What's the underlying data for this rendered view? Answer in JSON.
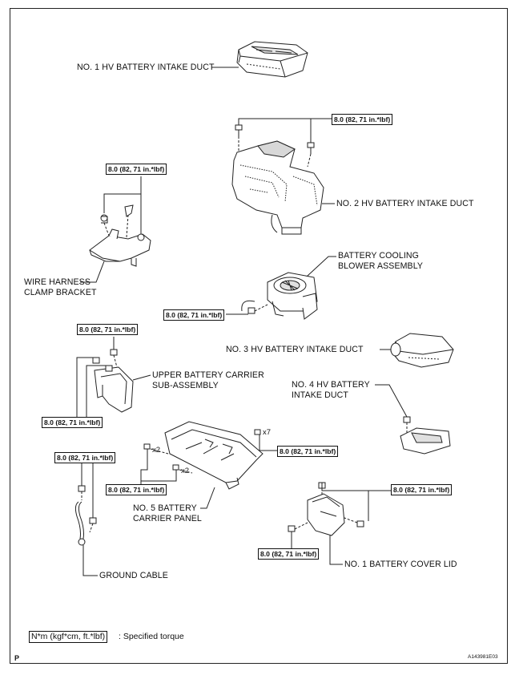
{
  "labels": {
    "no1_duct": "NO. 1 HV BATTERY INTAKE DUCT",
    "no2_duct": "NO. 2 HV BATTERY INTAKE DUCT",
    "wire_harness_1": "WIRE HARNESS",
    "wire_harness_2": "CLAMP BRACKET",
    "blower_1": "BATTERY COOLING",
    "blower_2": "BLOWER ASSEMBLY",
    "no3_duct": "NO. 3 HV BATTERY INTAKE DUCT",
    "upper_carrier_1": "UPPER BATTERY CARRIER",
    "upper_carrier_2": "SUB-ASSEMBLY",
    "no4_duct_1": "NO. 4 HV BATTERY",
    "no4_duct_2": "INTAKE DUCT",
    "no5_panel_1": "NO. 5 BATTERY",
    "no5_panel_2": "CARRIER PANEL",
    "ground_cable": "GROUND CABLE",
    "cover_lid": "NO. 1 BATTERY COVER LID"
  },
  "torque_value": "8.0 (82, 71 in.*lbf)",
  "multipliers": {
    "x7": "x7",
    "x2_a": "x2",
    "x2_b": "x2"
  },
  "legend": {
    "box": "N*m (kgf*cm, ft.*lbf)",
    "text": ": Specified torque"
  },
  "footer": {
    "page_mark": "P",
    "figure_id": "A143981E03"
  }
}
